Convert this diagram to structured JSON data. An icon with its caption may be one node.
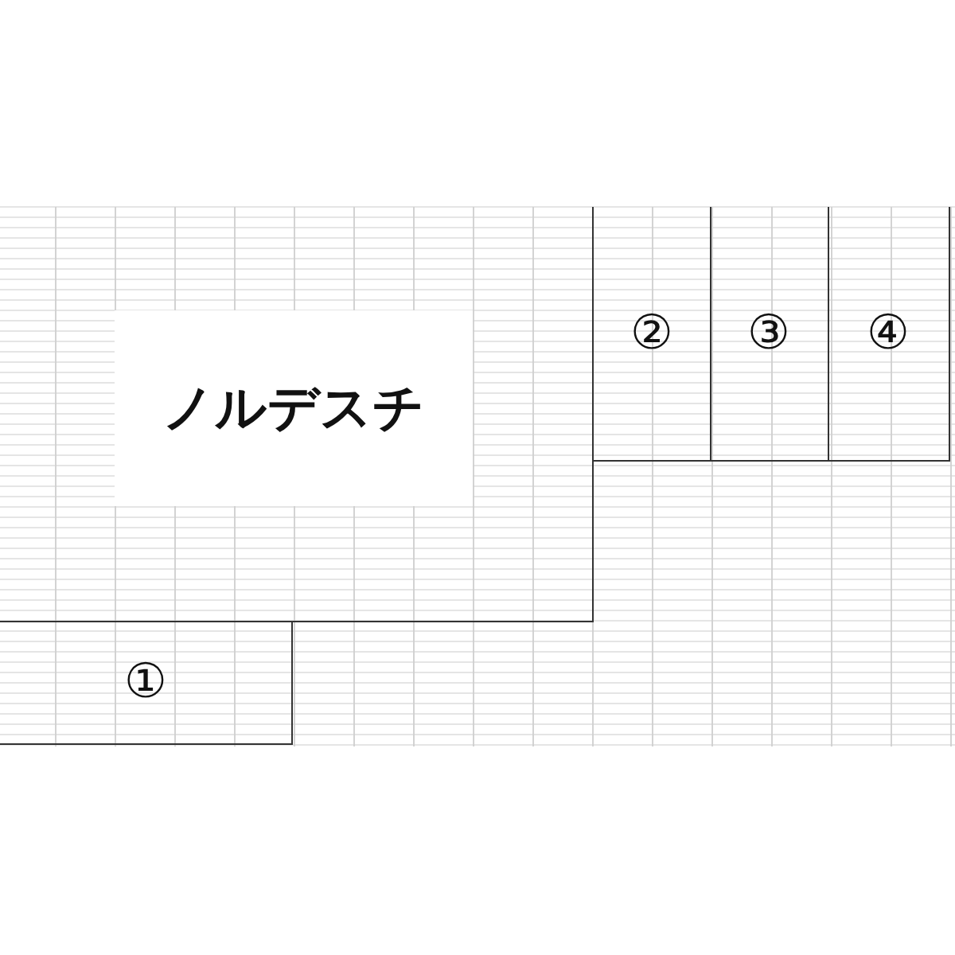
{
  "diagram": {
    "nodes": [
      {
        "text": [
          "ノルデスチ"
        ]
      },
      {
        "text": [
          "②"
        ]
      },
      {
        "text": [
          "③"
        ]
      },
      {
        "text": [
          "④"
        ]
      },
      {
        "text": [
          "①"
        ]
      }
    ]
  }
}
